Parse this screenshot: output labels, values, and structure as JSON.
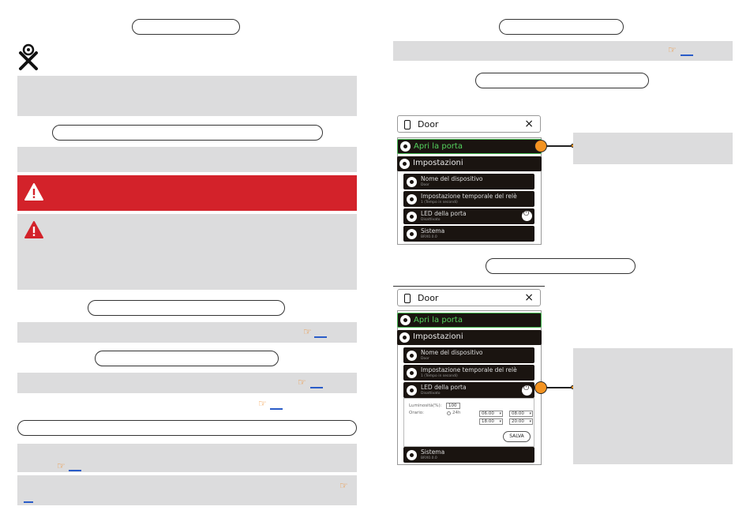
{
  "phone1": {
    "title": "Door",
    "close": "×",
    "open_door": "Apri la porta",
    "settings": "Impostazioni",
    "items": [
      {
        "title": "Nome del dispositivo",
        "sub": "Door"
      },
      {
        "title": "Impostazione temporale del relè",
        "sub": "1 (Tempo in secondi)"
      },
      {
        "title": "LED della porta",
        "sub": "Disattivato"
      },
      {
        "title": "Sistema",
        "sub": "BRX0.0.0"
      }
    ]
  },
  "phone2": {
    "title": "Door",
    "close": "×",
    "open_door": "Apri la porta",
    "settings": "Impostazioni",
    "items": [
      {
        "title": "Nome del dispositivo",
        "sub": "Door"
      },
      {
        "title": "Impostazione temporale del relè",
        "sub": "1 (Tempo in secondi)"
      },
      {
        "title": "LED della porta",
        "sub": "Disattivato"
      },
      {
        "title": "Sistema",
        "sub": "BRX0.0.0"
      }
    ],
    "form": {
      "brightness_label": "Luminosità(%):",
      "brightness_value": "100",
      "schedule_label": "Orario:",
      "all_day": "24h",
      "time_from_1": "06:00",
      "time_to_1": "08:00",
      "time_from_2": "18:00",
      "time_to_2": "20:00",
      "save": "SALVA"
    }
  },
  "colors": {
    "accent_orange": "#f39321",
    "alert_red": "#d3222a",
    "panel_gray": "#dcdcdd",
    "link_blue": "#2a5cc8",
    "green": "#3fb24a"
  },
  "icons": {
    "hand_pointer": "☞",
    "warning": "!",
    "phone": "phone-icon"
  }
}
